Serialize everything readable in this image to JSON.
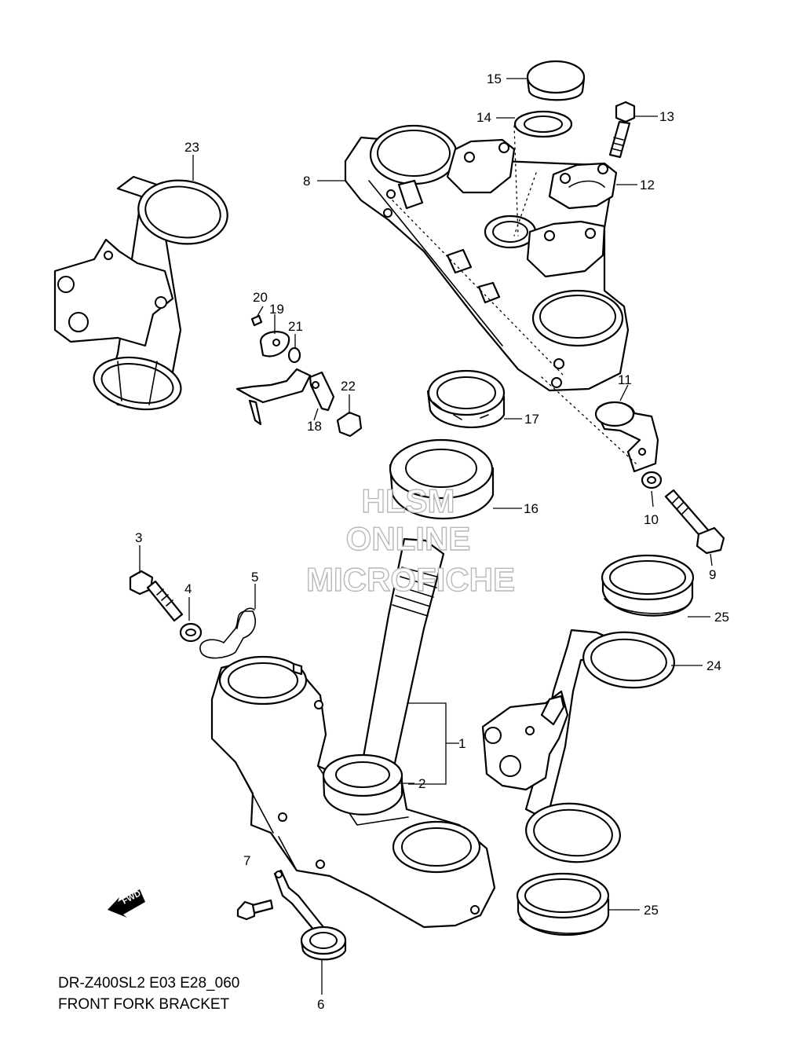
{
  "diagram": {
    "caption_line1": "DR-Z400SL2 E03 E28_060",
    "caption_line2": "FRONT FORK BRACKET",
    "watermark": [
      "HLSM",
      "ONLINE",
      "MICROFICHE"
    ],
    "fwd_label": "FWD",
    "callouts": {
      "c1": "1",
      "c2": "2",
      "c3": "3",
      "c4": "4",
      "c5": "5",
      "c6": "6",
      "c7": "7",
      "c8": "8",
      "c9": "9",
      "c10": "10",
      "c11": "11",
      "c12": "12",
      "c13": "13",
      "c14": "14",
      "c15": "15",
      "c16": "16",
      "c17": "17",
      "c18": "18",
      "c19": "19",
      "c20": "20",
      "c21": "21",
      "c22": "22",
      "c23": "23",
      "c24": "24",
      "c25a": "25",
      "c25b": "25"
    }
  }
}
